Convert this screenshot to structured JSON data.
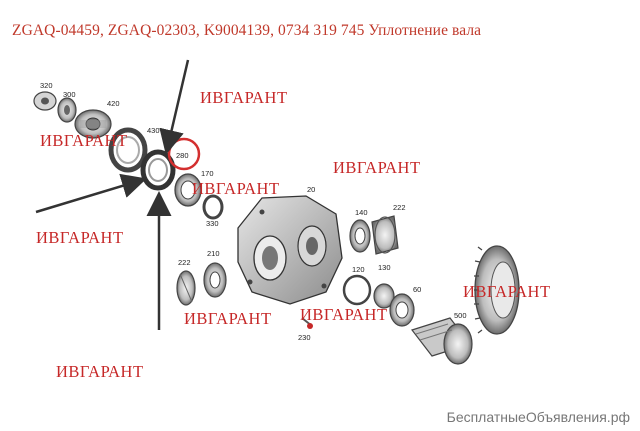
{
  "title": "ZGAQ-04459, ZGAQ-02303, K9004139, 0734 319 745 Уплотнение вала",
  "watermark": "ИВГАРАНТ",
  "footer": "БесплатныеОбъявления.рф",
  "colors": {
    "title": "#c0392b",
    "watermark": "#c62828",
    "highlight_circle": "#d32f2f",
    "arrows": "#333333",
    "footer": "#777777"
  },
  "part_numbers": {
    "p320": "320",
    "p300": "300",
    "p420": "420",
    "p430": "430",
    "p280": "280",
    "p170": "170",
    "p330": "330",
    "p20": "20",
    "p140": "140",
    "p222a": "222",
    "p222b": "222",
    "p210": "210",
    "p120": "120",
    "p130": "130",
    "p60": "60",
    "p500": "500",
    "p230": "230"
  },
  "highlighted_part": "280"
}
